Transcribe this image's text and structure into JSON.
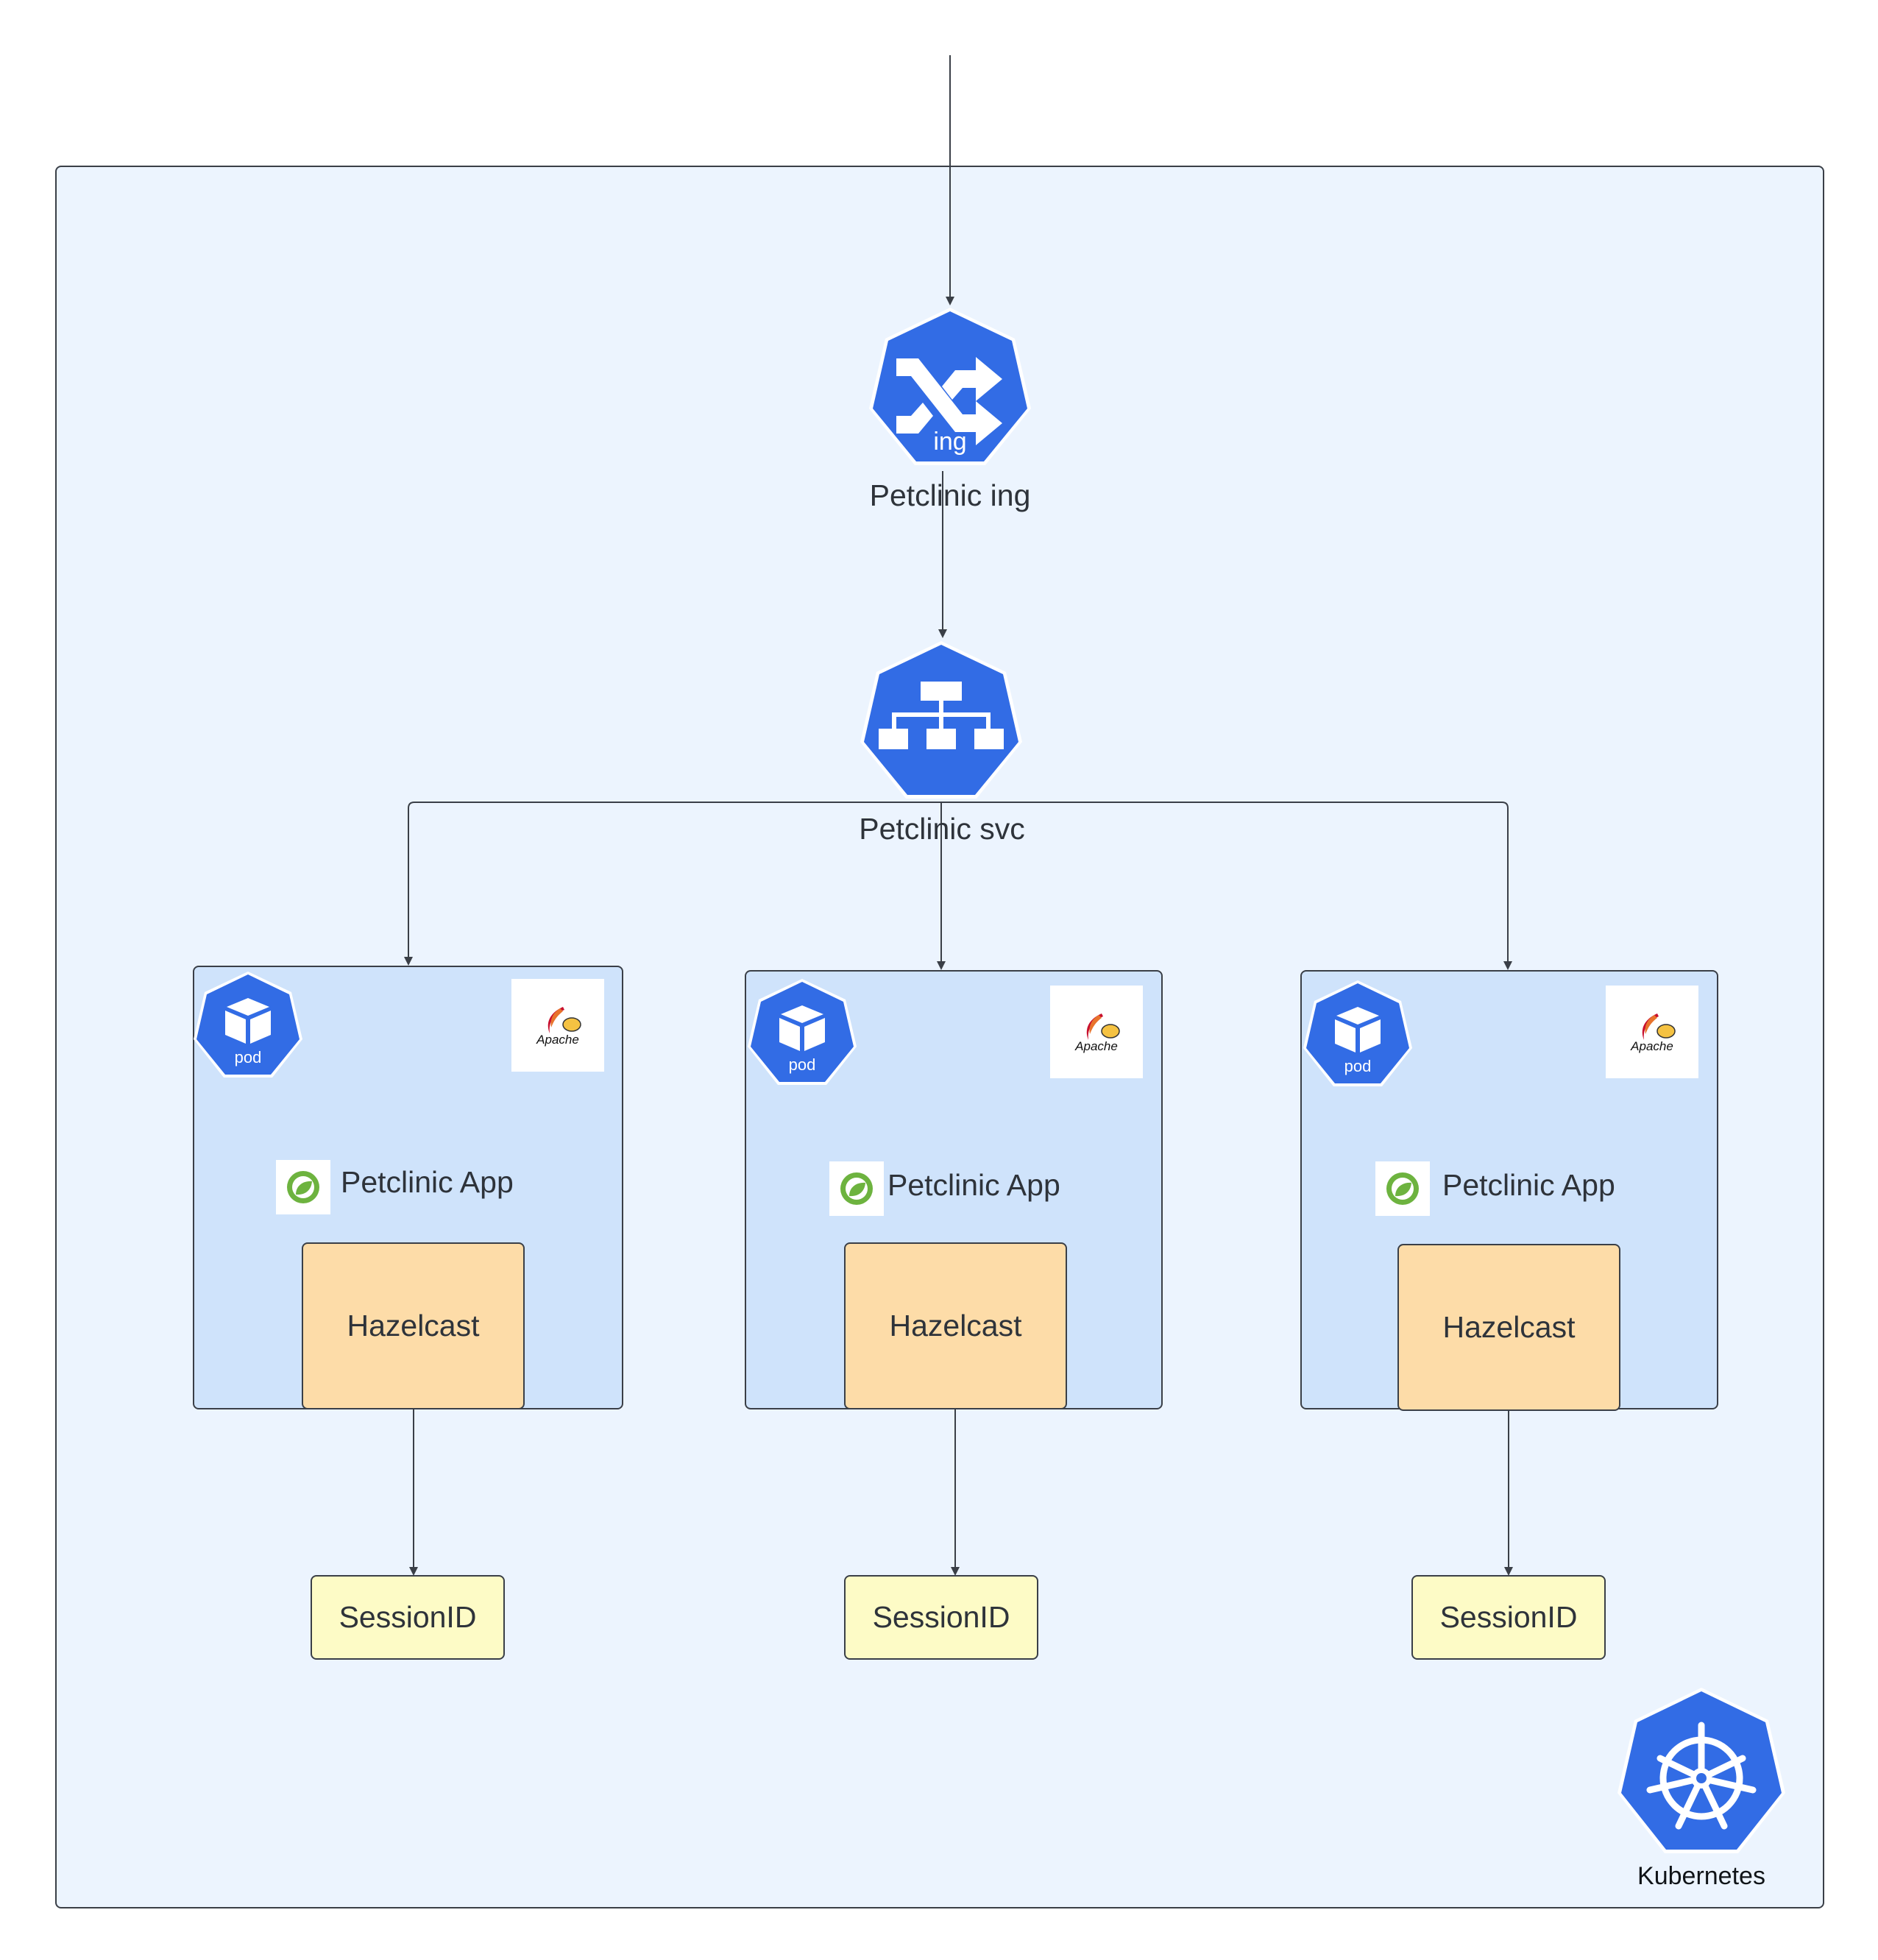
{
  "ingress": {
    "name": "Petclinic ing",
    "badge": "ing",
    "icon": "ingress-shuffle-icon"
  },
  "service": {
    "name": "Petclinic svc",
    "icon": "service-hierarchy-icon"
  },
  "pods": [
    {
      "badge": "pod",
      "app": "Petclinic App",
      "cache": "Hazelcast",
      "session": "SessionID",
      "server_logo": "Apache"
    },
    {
      "badge": "pod",
      "app": "Petclinic App",
      "cache": "Hazelcast",
      "session": "SessionID",
      "server_logo": "Apache"
    },
    {
      "badge": "pod",
      "app": "Petclinic App",
      "cache": "Hazelcast",
      "session": "SessionID",
      "server_logo": "Apache"
    }
  ],
  "cluster": {
    "name": "Kubernetes",
    "icon": "kubernetes-helm-wheel-icon"
  },
  "colors": {
    "k8s_blue": "#326ce5",
    "cluster_bg": "#ecf4fe",
    "pod_bg": "#cfe3fb",
    "hazelcast_bg": "#fddca8",
    "session_bg": "#fdfbc6",
    "line": "#3a3f47"
  }
}
